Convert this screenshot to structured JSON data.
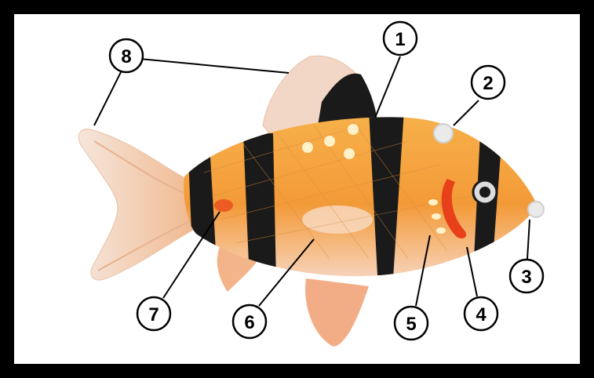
{
  "diagram": {
    "subject": "fish-icon",
    "callouts": [
      {
        "id": "1",
        "label": "1"
      },
      {
        "id": "2",
        "label": "2"
      },
      {
        "id": "3",
        "label": "3"
      },
      {
        "id": "4",
        "label": "4"
      },
      {
        "id": "5",
        "label": "5"
      },
      {
        "id": "6",
        "label": "6"
      },
      {
        "id": "7",
        "label": "7"
      },
      {
        "id": "8",
        "label": "8"
      }
    ]
  },
  "colors": {
    "frame": "#000000",
    "background": "#ffffff",
    "body_orange": "#f0a040",
    "body_light": "#f6c27a",
    "stripe": "#1a1a1a",
    "fin_pink": "#f5cdb0",
    "tail_pale": "#f3e2d8",
    "mouth_red": "#e8401a",
    "spots": "#fff1c8"
  }
}
